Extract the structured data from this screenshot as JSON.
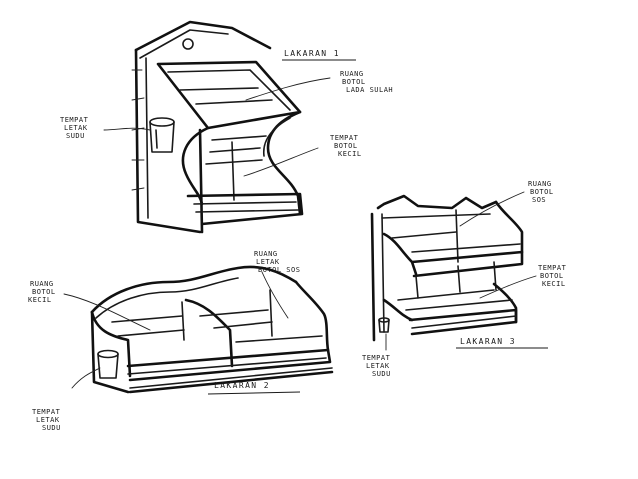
{
  "titles": {
    "lakaran1": "LAKARAN 1",
    "lakaran2": "LAKARAN 2",
    "lakaran3": "LAKARAN 3"
  },
  "sketch1": {
    "label_top": [
      "RUANG",
      "BOTOL",
      "LADA SULAH"
    ],
    "label_left": [
      "TEMPAT",
      "LETAK",
      "SUDU"
    ],
    "label_right": [
      "TEMPAT",
      "BOTOL",
      "KECIL"
    ]
  },
  "sketch2": {
    "label_top": [
      "RUANG",
      "LETAK",
      "BOTOL SOS"
    ],
    "label_left": [
      "RUANG",
      "BOTOL",
      "KECIL"
    ],
    "label_bottom": [
      "TEMPAT",
      "LETAK",
      "SUDU"
    ]
  },
  "sketch3": {
    "label_top": [
      "RUANG",
      "BOTOL",
      "SOS"
    ],
    "label_right": [
      "TEMPAT",
      "BOTOL",
      "KECIL"
    ],
    "label_bottom": [
      "TEMPAT",
      "LETAK",
      "SUDU"
    ]
  }
}
